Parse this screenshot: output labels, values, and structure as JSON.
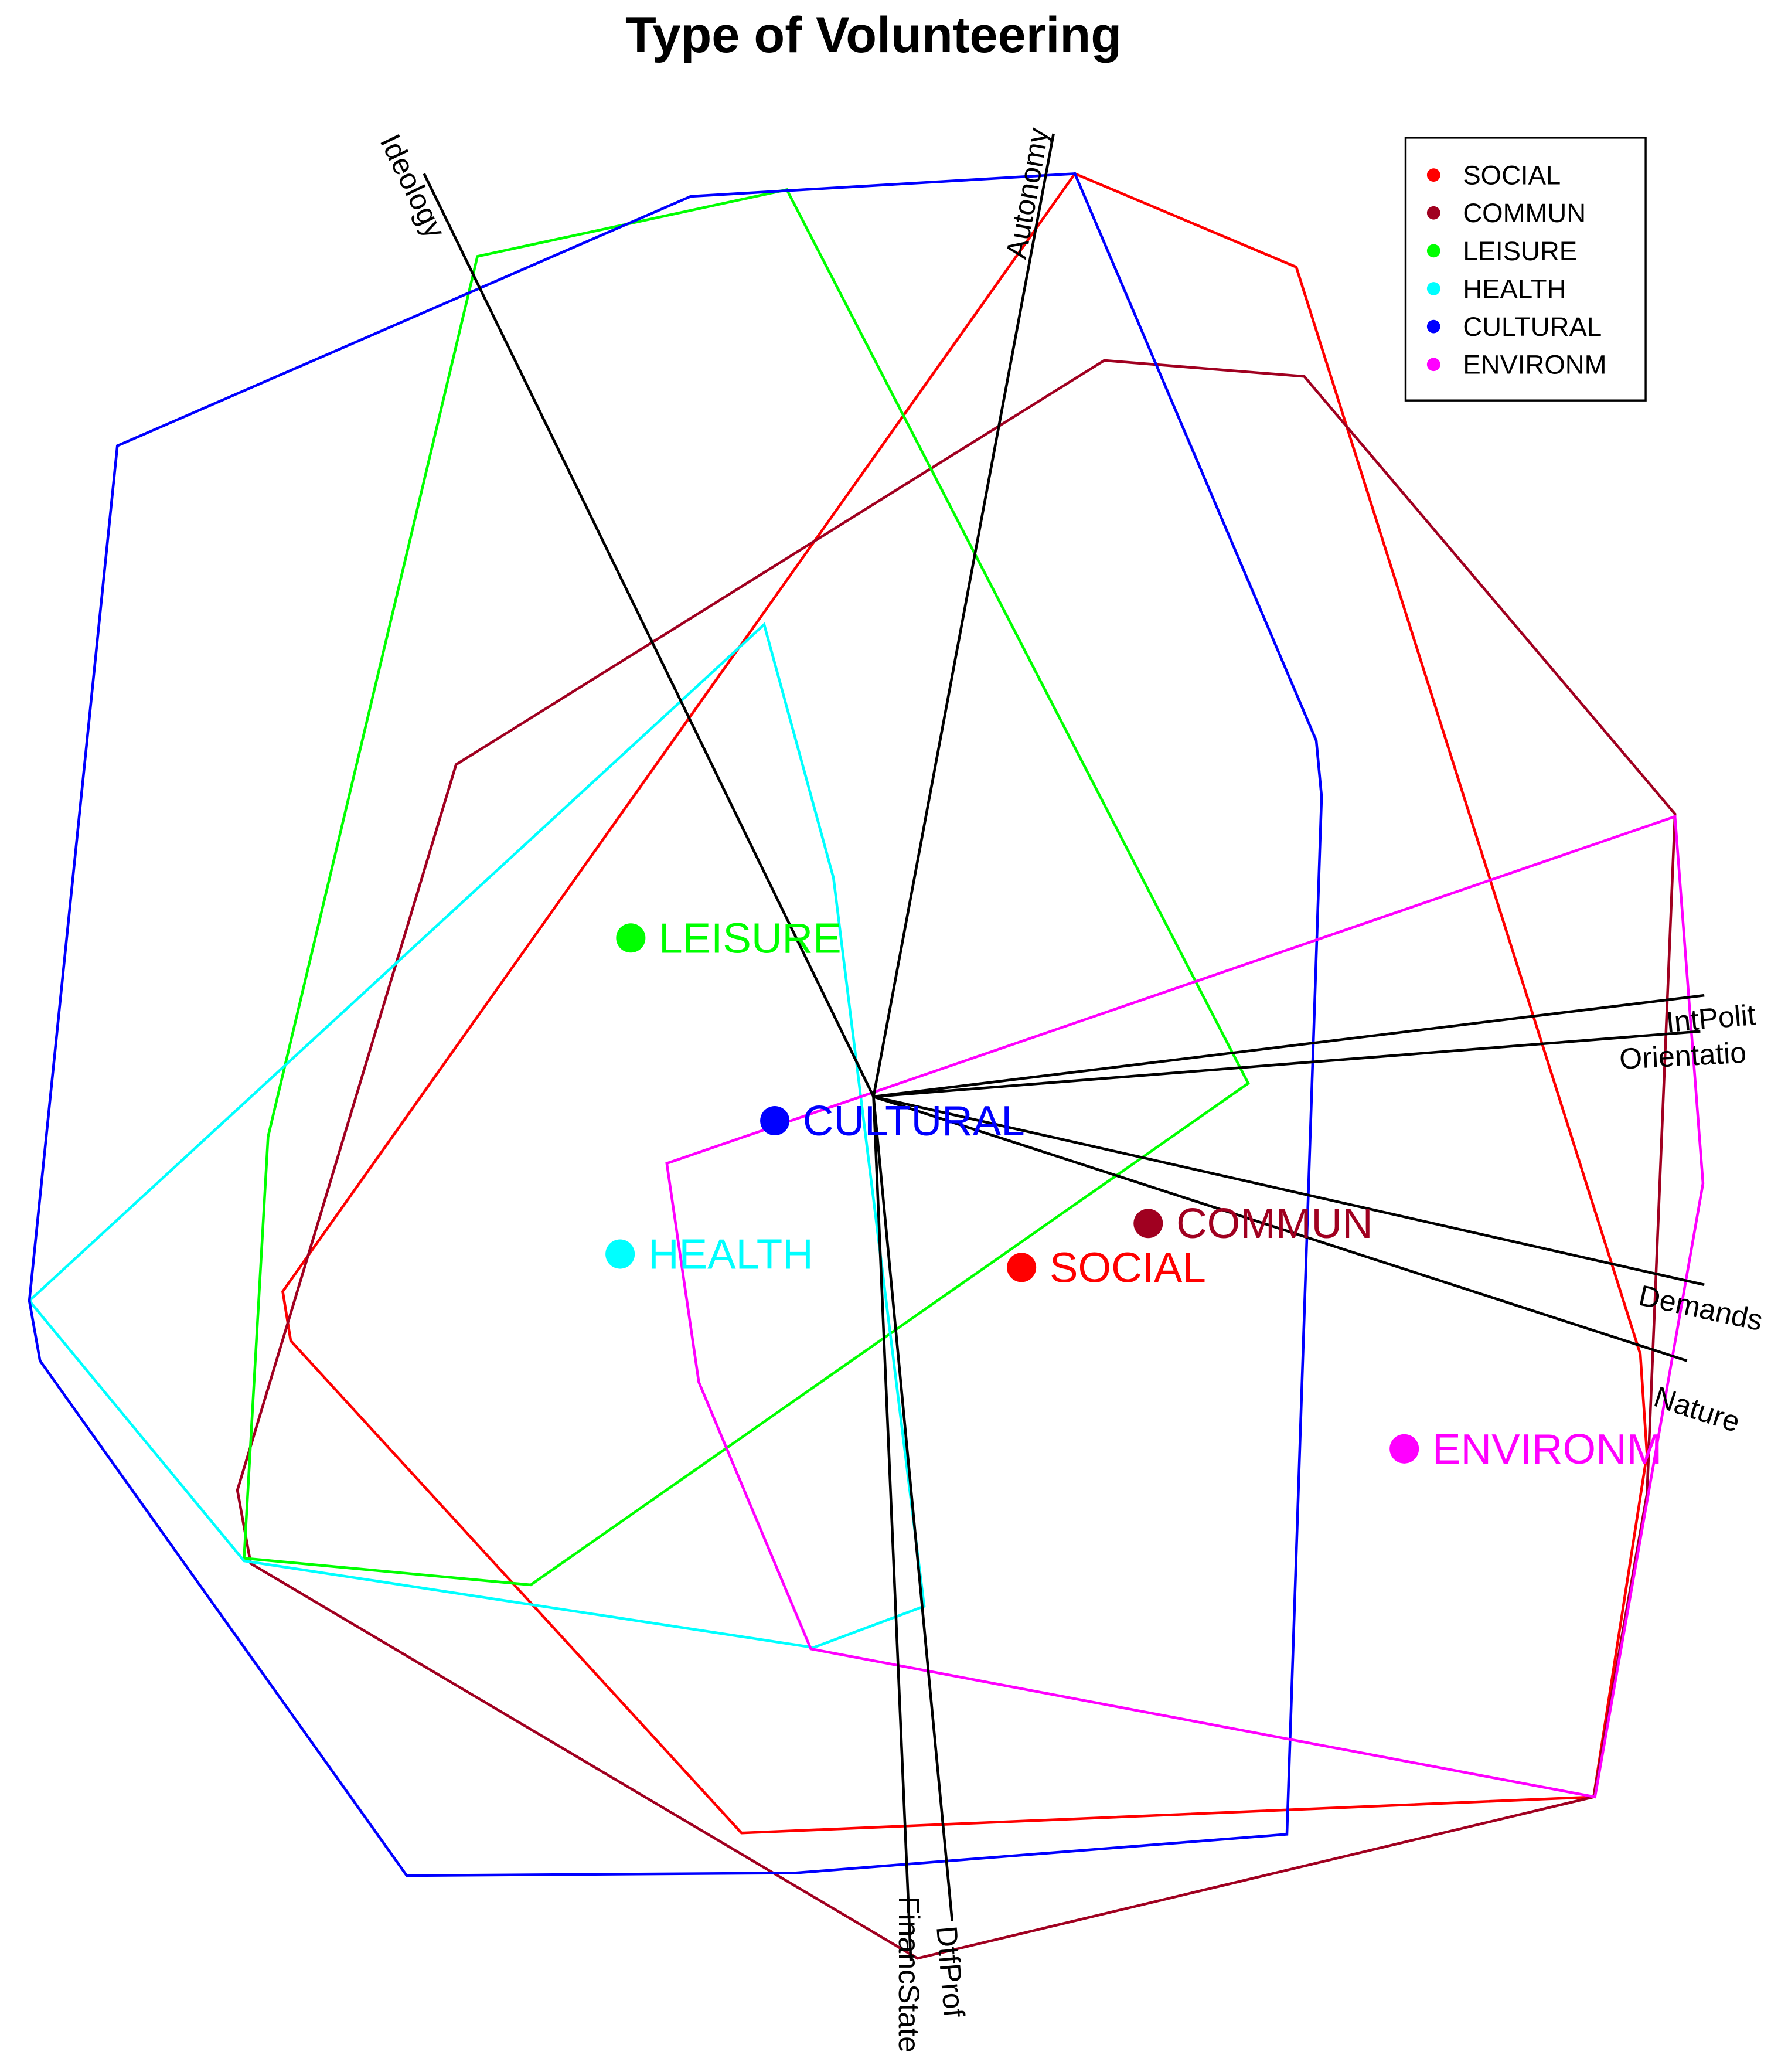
{
  "chart_data": {
    "type": "scatter",
    "title": "Type of Volunteering",
    "xlabel": "",
    "ylabel": "",
    "grid": false,
    "legend_position": "top-right",
    "legend": [
      {
        "label": "SOCIAL",
        "color": "#ff0000"
      },
      {
        "label": "COMMUN",
        "color": "#a00020"
      },
      {
        "label": "LEISURE",
        "color": "#00ff00"
      },
      {
        "label": "HEALTH",
        "color": "#00ffff"
      },
      {
        "label": "CULTURAL",
        "color": "#0000ff"
      },
      {
        "label": "ENVIRONM",
        "color": "#ff00ff"
      }
    ],
    "groups": [
      {
        "name": "SOCIAL",
        "color": "#ff0000",
        "centroid": [
          1.11,
          -1.28
        ],
        "hull": [
          [
            1.51,
            6.92
          ],
          [
            3.17,
            6.22
          ],
          [
            5.75,
            -1.93
          ],
          [
            5.8,
            -2.68
          ],
          [
            5.4,
            -5.25
          ],
          [
            -0.99,
            -5.52
          ],
          [
            -4.37,
            -1.83
          ],
          [
            -4.43,
            -1.46
          ]
        ]
      },
      {
        "name": "COMMUN",
        "color": "#a00020",
        "centroid": [
          2.06,
          -0.95
        ],
        "hull": [
          [
            1.73,
            5.52
          ],
          [
            3.23,
            5.4
          ],
          [
            6.01,
            2.12
          ],
          [
            5.8,
            -2.98
          ],
          [
            5.4,
            -5.25
          ],
          [
            0.33,
            -6.46
          ],
          [
            -4.67,
            -3.5
          ],
          [
            -4.77,
            -2.95
          ],
          [
            -3.13,
            2.49
          ]
        ]
      },
      {
        "name": "LEISURE",
        "color": "#00ff00",
        "centroid": [
          -1.82,
          1.19
        ],
        "hull": [
          [
            -0.65,
            6.8
          ],
          [
            2.81,
            0.1
          ],
          [
            -2.57,
            -3.66
          ],
          [
            -4.72,
            -3.46
          ],
          [
            -4.54,
            -0.3
          ],
          [
            -2.97,
            6.3
          ]
        ]
      },
      {
        "name": "HEALTH",
        "color": "#00ffff",
        "centroid": [
          -1.9,
          -1.18
        ],
        "hull": [
          [
            -0.82,
            3.54
          ],
          [
            -0.3,
            1.64
          ],
          [
            0.38,
            -3.82
          ],
          [
            -0.45,
            -4.13
          ],
          [
            -4.72,
            -3.48
          ],
          [
            -6.33,
            -1.53
          ]
        ]
      },
      {
        "name": "CULTURAL",
        "color": "#0000ff",
        "centroid": [
          -0.74,
          -0.18
        ],
        "hull": [
          [
            1.51,
            6.92
          ],
          [
            3.32,
            2.67
          ],
          [
            3.36,
            2.25
          ],
          [
            3.1,
            -5.53
          ],
          [
            -0.59,
            -5.82
          ],
          [
            -3.5,
            -5.84
          ],
          [
            -6.25,
            -1.98
          ],
          [
            -6.33,
            -1.53
          ],
          [
            -5.67,
            4.88
          ],
          [
            -1.37,
            6.75
          ]
        ]
      },
      {
        "name": "ENVIRONM",
        "color": "#ff00ff",
        "centroid": [
          3.98,
          -2.64
        ],
        "hull": [
          [
            6.01,
            2.1
          ],
          [
            6.22,
            -0.65
          ],
          [
            5.41,
            -5.25
          ],
          [
            -0.47,
            -4.14
          ],
          [
            -1.31,
            -2.14
          ],
          [
            -1.55,
            -0.5
          ]
        ]
      }
    ],
    "variables": [
      {
        "name": "Ideology",
        "vector": [
          -3.37,
          6.92
        ]
      },
      {
        "name": "Autonomy",
        "vector": [
          1.35,
          7.22
        ]
      },
      {
        "name": "IntPolit",
        "vector": [
          6.23,
          0.76
        ]
      },
      {
        "name": "Orientatio",
        "vector": [
          6.2,
          0.49
        ]
      },
      {
        "name": "Demands",
        "vector": [
          6.23,
          -1.41
        ]
      },
      {
        "name": "Nature",
        "vector": [
          6.1,
          -1.98
        ]
      },
      {
        "name": "FinancState",
        "vector": [
          0.28,
          -6.48
        ]
      },
      {
        "name": "DtfProf",
        "vector": [
          0.59,
          -6.18
        ]
      }
    ]
  }
}
